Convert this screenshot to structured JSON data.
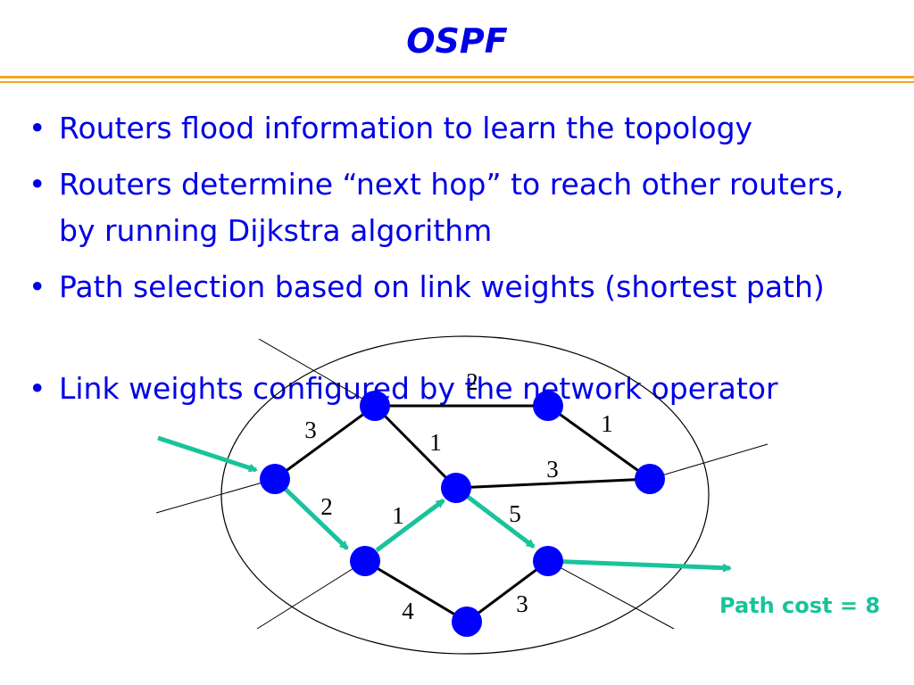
{
  "slide": {
    "title": "OSPF",
    "bullets": [
      {
        "marker": "•",
        "text": "Routers flood information to learn the topology"
      },
      {
        "marker": "•",
        "text": "Routers determine “next hop” to reach other routers, by running Dijkstra algorithm"
      },
      {
        "marker": "•",
        "text": "Path selection based on link weights (shortest path)"
      },
      {
        "marker": "•",
        "text": "Link weights configured by the network operator"
      }
    ]
  },
  "colors": {
    "title_text": "#0000e6",
    "rule": "#f5a623",
    "node": "#0000ff",
    "path_arrow": "#19c39b",
    "link": "#000000",
    "path_cost_text": "#19c39b"
  },
  "diagram": {
    "link_weights": {
      "a_b": "3",
      "b_c": "2",
      "b_d": "1",
      "c_g": "1",
      "d_g": "3",
      "a_e": "2",
      "e_d": "1",
      "d_h": "5",
      "e_f": "4",
      "f_h": "3"
    },
    "path_cost": "Path cost = 8"
  }
}
